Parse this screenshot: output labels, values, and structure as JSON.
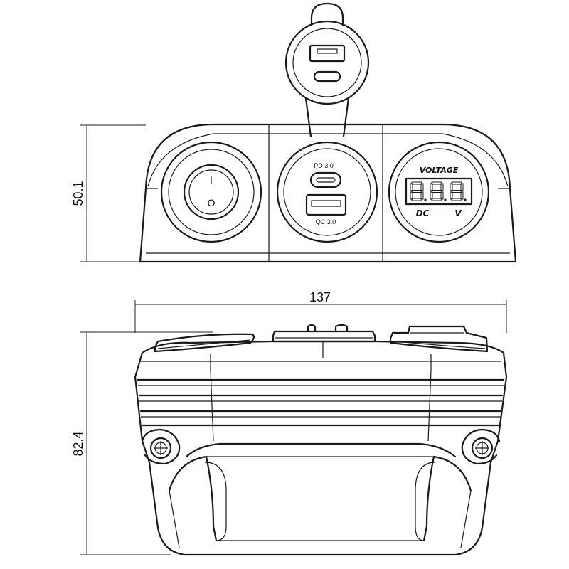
{
  "dimensions": {
    "front_height": "50.1",
    "width": "137",
    "side_height": "82.4"
  },
  "ports": {
    "usb_c_label": "PD 3.0",
    "usb_a_label": "QC 3.0"
  },
  "voltmeter": {
    "title": "VOLTAGE",
    "dc_label": "DC",
    "v_label": "V",
    "digits": [
      "8",
      "8",
      "8"
    ]
  },
  "switch": {
    "on_symbol": "I",
    "off_symbol": "O"
  }
}
